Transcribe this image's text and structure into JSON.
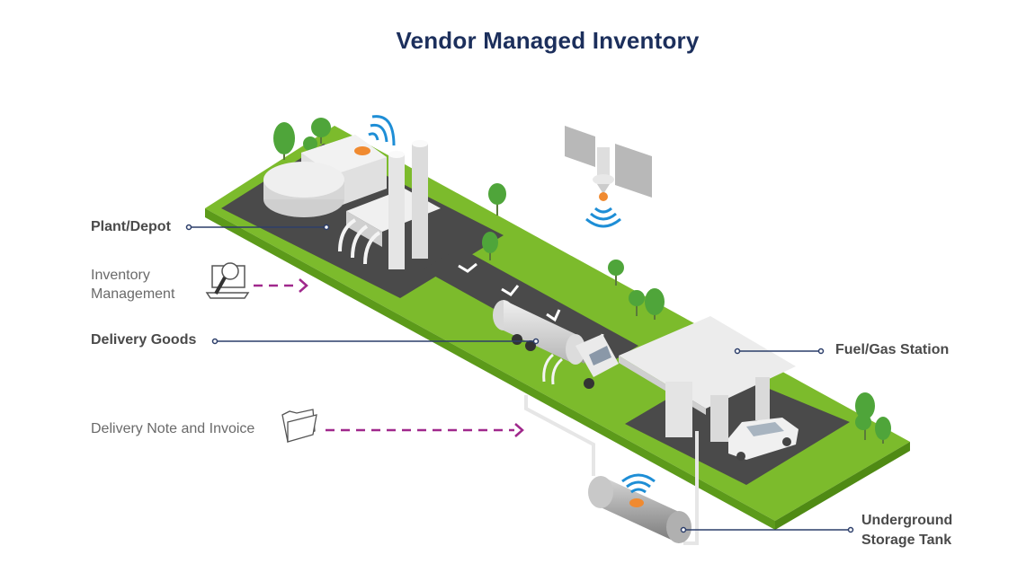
{
  "title": "Vendor Managed Inventory",
  "labels": {
    "plant": "Plant/Depot",
    "inventory_line1": "Inventory",
    "inventory_line2": "Management",
    "delivery_goods": "Delivery Goods",
    "delivery_note": "Delivery Note and Invoice",
    "fuel_station": "Fuel/Gas Station",
    "tank_line1": "Underground",
    "tank_line2": "Storage Tank"
  },
  "icons": {
    "inventory": "laptop-magnifier-icon",
    "delivery_note": "folder-icon",
    "satellite": "satellite-icon",
    "wifi": "wireless-signal-icon"
  },
  "colors": {
    "title": "#1c2f5c",
    "grass": "#7cbb2c",
    "grass_side": "#5c9a1a",
    "road": "#4a4a4a",
    "arrow": "#a0288c",
    "connector": "#2c3e6a",
    "signal": "#1e8ed6",
    "sensor": "#f08a30"
  }
}
